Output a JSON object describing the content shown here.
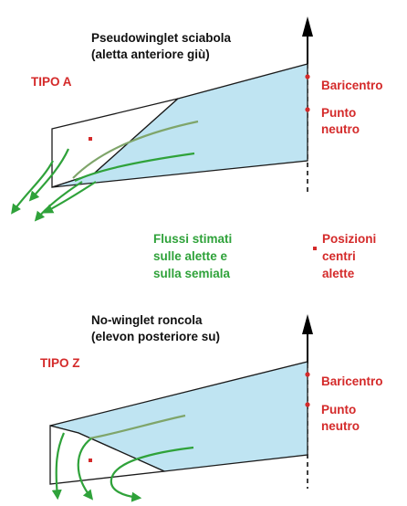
{
  "colors": {
    "wing_fill": "#bfe4f2",
    "outline": "#1a1a1a",
    "flow": "#2fa23a",
    "flow_wing": "#7fa56a",
    "accent_red": "#d42a2a",
    "axis": "#000000"
  },
  "legend": {
    "flows_line1": "Flussi stimati",
    "flows_line2": "sulle alette e",
    "flows_line3": "sulla semiala",
    "centers_line1": "Posizioni",
    "centers_line2": "centri",
    "centers_line3": "alette"
  },
  "top_panel": {
    "title_line1": "Pseudowinglet sciabola",
    "title_line2": "(aletta anteriore giù)",
    "type_label": "TIPO A",
    "cg_label": "Baricentro",
    "np_label_line1": "Punto",
    "np_label_line2": "neutro"
  },
  "bottom_panel": {
    "title_line1": "No-winglet roncola",
    "title_line2": "(elevon posteriore su)",
    "type_label": "TIPO Z",
    "cg_label": "Baricentro",
    "np_label_line1": "Punto",
    "np_label_line2": "neutro"
  }
}
